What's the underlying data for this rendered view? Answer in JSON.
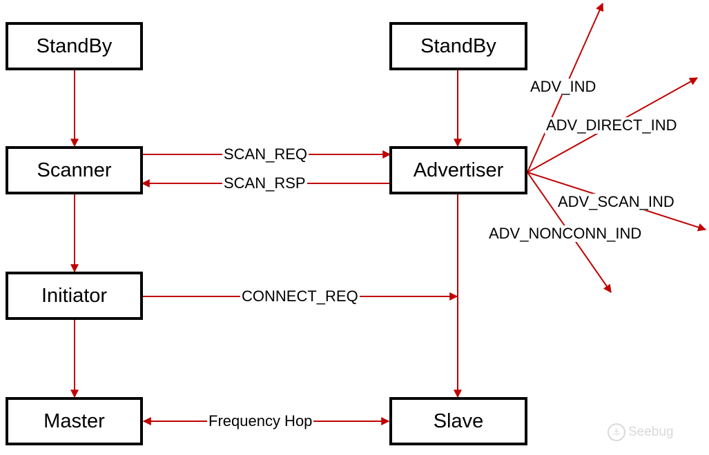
{
  "states": {
    "standby_left": "StandBy",
    "standby_right": "StandBy",
    "scanner": "Scanner",
    "advertiser": "Advertiser",
    "initiator": "Initiator",
    "master": "Master",
    "slave": "Slave"
  },
  "messages": {
    "scan_req": "SCAN_REQ",
    "scan_rsp": "SCAN_RSP",
    "connect_req": "CONNECT_REQ",
    "frequency_hop": "Frequency Hop"
  },
  "adv_packets": {
    "adv_ind": "ADV_IND",
    "adv_direct_ind": "ADV_DIRECT_IND",
    "adv_scan_ind": "ADV_SCAN_IND",
    "adv_nonconn_ind": "ADV_NONCONN_IND"
  },
  "watermark": {
    "text": "Seebug",
    "icon": "seebug-logo-icon"
  },
  "colors": {
    "arrow": "#c00000",
    "box_border": "#000000"
  }
}
